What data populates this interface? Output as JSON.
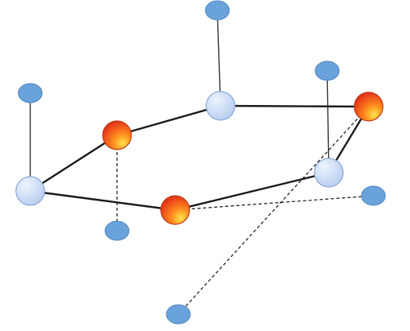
{
  "diagram": {
    "colors": {
      "background": "#ffffff",
      "ring_bond": "#1a1a1a",
      "vertical_bond": "#333333",
      "large_node_light": "#eef4ff",
      "large_node_dark": "#b7cdef",
      "large_node_stroke": "#8aa8d6",
      "hot_node_light": "#ffe34a",
      "hot_node_mid": "#ff8a1c",
      "hot_node_dark": "#e0281a",
      "hot_node_stroke": "#b53a17",
      "small_node_fill": "#6aa3dc",
      "small_node_stroke": "#4f86c0"
    },
    "nodes": [
      {
        "id": "r1",
        "kind": "ring-light"
      },
      {
        "id": "r2",
        "kind": "ring-hot"
      },
      {
        "id": "r3",
        "kind": "ring-light"
      },
      {
        "id": "r4",
        "kind": "ring-hot"
      },
      {
        "id": "r5",
        "kind": "ring-light"
      },
      {
        "id": "r6",
        "kind": "ring-hot"
      },
      {
        "id": "s1",
        "kind": "substituent"
      },
      {
        "id": "s2",
        "kind": "substituent"
      },
      {
        "id": "s3",
        "kind": "substituent"
      },
      {
        "id": "s4",
        "kind": "substituent"
      },
      {
        "id": "s5",
        "kind": "substituent"
      },
      {
        "id": "s6",
        "kind": "substituent"
      }
    ],
    "ring_bonds": [
      [
        "r1",
        "r2"
      ],
      [
        "r2",
        "r3"
      ],
      [
        "r3",
        "r4"
      ],
      [
        "r4",
        "r5"
      ],
      [
        "r5",
        "r6"
      ],
      [
        "r6",
        "r1"
      ]
    ],
    "vertical_bonds": [
      {
        "from": "r1",
        "to": "s1",
        "style": "solid"
      },
      {
        "from": "r3",
        "to": "s3",
        "style": "solid"
      },
      {
        "from": "r5",
        "to": "s5",
        "style": "solid"
      },
      {
        "from": "r2",
        "to": "s2",
        "style": "dashed"
      },
      {
        "from": "r4",
        "to": "s4",
        "style": "dashed"
      },
      {
        "from": "r6",
        "to": "s6",
        "style": "dashed"
      }
    ]
  }
}
